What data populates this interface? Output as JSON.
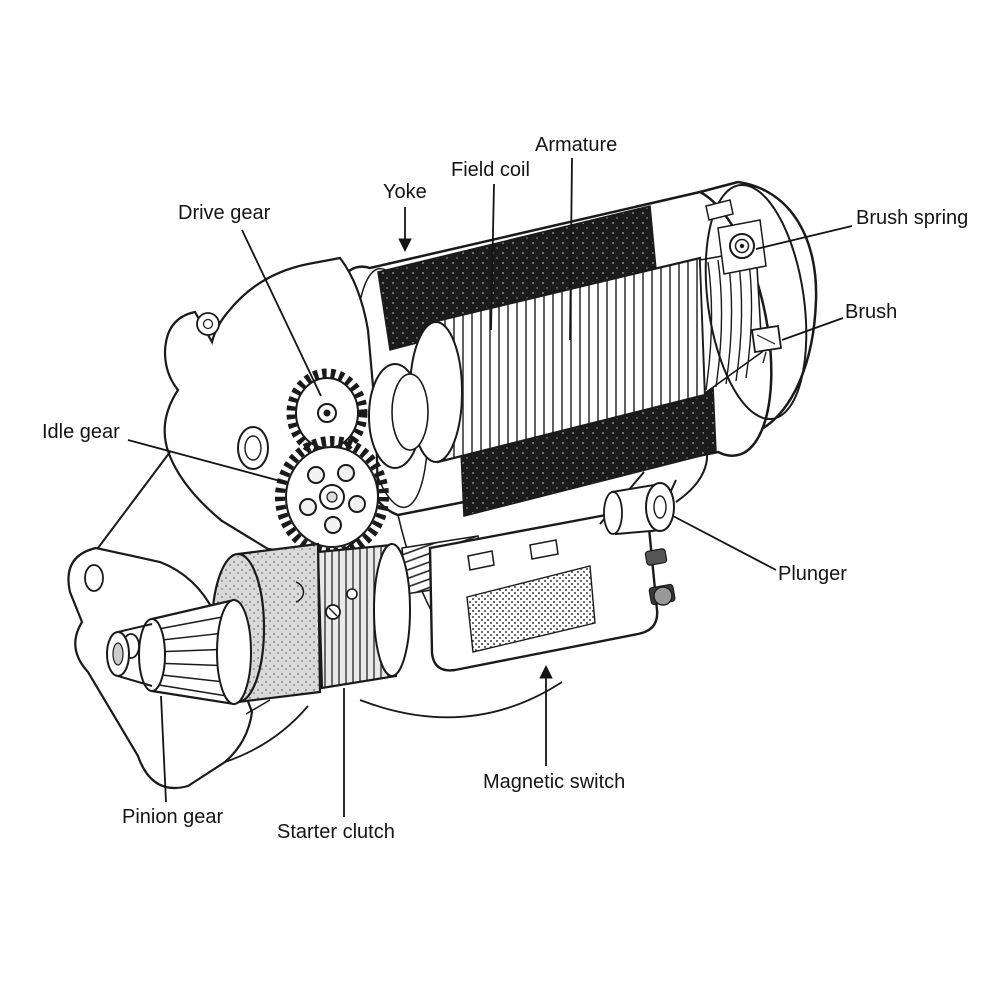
{
  "labels": {
    "drive_gear": "Drive gear",
    "yoke": "Yoke",
    "field_coil": "Field coil",
    "armature": "Armature",
    "brush_spring": "Brush spring",
    "brush": "Brush",
    "idle_gear": "Idle gear",
    "plunger": "Plunger",
    "pinion_gear": "Pinion gear",
    "starter_clutch": "Starter clutch",
    "magnetic_switch": "Magnetic switch"
  },
  "colors": {
    "line": "#1a1a1a",
    "background": "#ffffff",
    "coil_fill": "#161616",
    "shade_gray": "#d9d9d9"
  }
}
